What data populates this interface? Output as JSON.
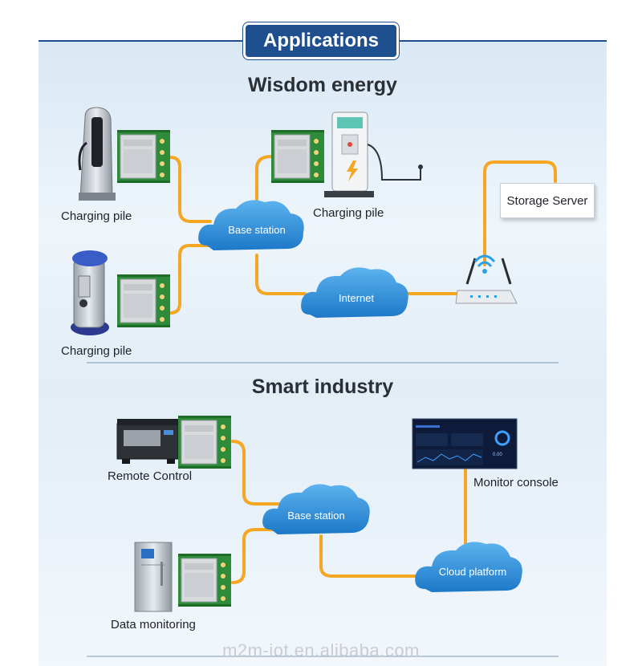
{
  "header": {
    "title": "Applications"
  },
  "sections": {
    "energy": {
      "title": "Wisdom energy",
      "nodes": {
        "charging_pile_1": "Charging pile",
        "charging_pile_2": "Charging pile",
        "charging_pile_3": "Charging pile",
        "base_station": "Base station",
        "internet": "Internet",
        "storage_server": "Storage Server"
      }
    },
    "industry": {
      "title": "Smart industry",
      "nodes": {
        "remote_control": "Remote Control",
        "data_monitoring": "Data monitoring",
        "base_station": "Base station",
        "cloud_platform": "Cloud platform",
        "monitor_console": "Monitor console"
      },
      "monitor_readout": "0.00"
    }
  },
  "footer": {
    "watermark": "m2m-iot.en.alibaba.com"
  },
  "colors": {
    "connector": "#f5a623",
    "banner": "#1f4f8f",
    "cloud": "#2f8fd8",
    "module": "#2e8b3a"
  }
}
